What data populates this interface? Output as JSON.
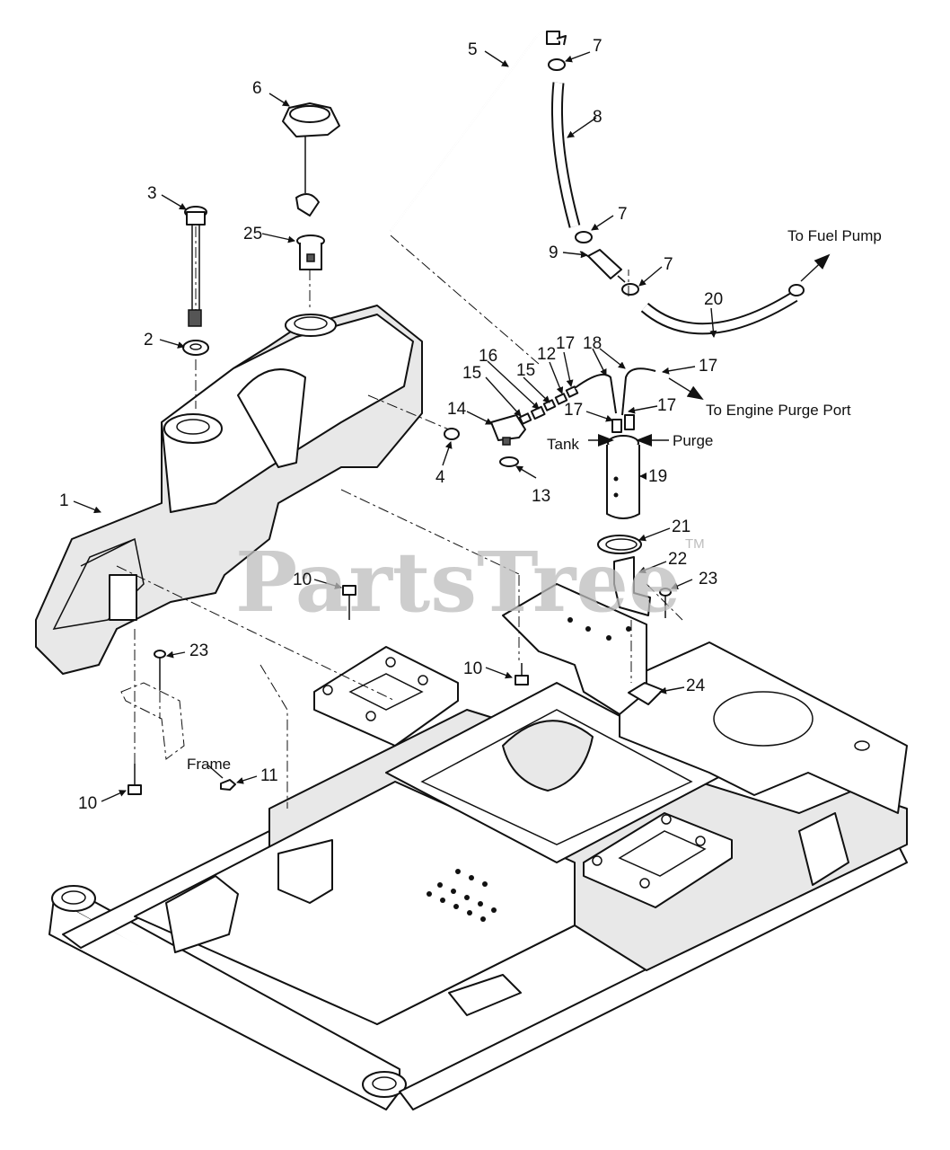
{
  "watermark": {
    "text": "PartsTree",
    "trademark": "TM"
  },
  "callouts": [
    {
      "id": "c1",
      "text": "1"
    },
    {
      "id": "c2",
      "text": "2"
    },
    {
      "id": "c3",
      "text": "3"
    },
    {
      "id": "c4",
      "text": "4"
    },
    {
      "id": "c5",
      "text": "5"
    },
    {
      "id": "c6",
      "text": "6"
    },
    {
      "id": "c7a",
      "text": "7"
    },
    {
      "id": "c7b",
      "text": "7"
    },
    {
      "id": "c7c",
      "text": "7"
    },
    {
      "id": "c8",
      "text": "8"
    },
    {
      "id": "c9",
      "text": "9"
    },
    {
      "id": "c10a",
      "text": "10"
    },
    {
      "id": "c10b",
      "text": "10"
    },
    {
      "id": "c10c",
      "text": "10"
    },
    {
      "id": "c11",
      "text": "11"
    },
    {
      "id": "c12",
      "text": "12"
    },
    {
      "id": "c13",
      "text": "13"
    },
    {
      "id": "c14",
      "text": "14"
    },
    {
      "id": "c15a",
      "text": "15"
    },
    {
      "id": "c15b",
      "text": "15"
    },
    {
      "id": "c16",
      "text": "16"
    },
    {
      "id": "c17a",
      "text": "17"
    },
    {
      "id": "c17b",
      "text": "17"
    },
    {
      "id": "c17c",
      "text": "17"
    },
    {
      "id": "c17d",
      "text": "17"
    },
    {
      "id": "c18",
      "text": "18"
    },
    {
      "id": "c19",
      "text": "19"
    },
    {
      "id": "c20",
      "text": "20"
    },
    {
      "id": "c21",
      "text": "21"
    },
    {
      "id": "c22",
      "text": "22"
    },
    {
      "id": "c23a",
      "text": "23"
    },
    {
      "id": "c23b",
      "text": "23"
    },
    {
      "id": "c24",
      "text": "24"
    },
    {
      "id": "c25",
      "text": "25"
    }
  ],
  "labels": {
    "to_fuel_pump": "To Fuel Pump",
    "to_engine_purge_port": "To Engine Purge Port",
    "tank": "Tank",
    "purge": "Purge",
    "frame": "Frame"
  }
}
